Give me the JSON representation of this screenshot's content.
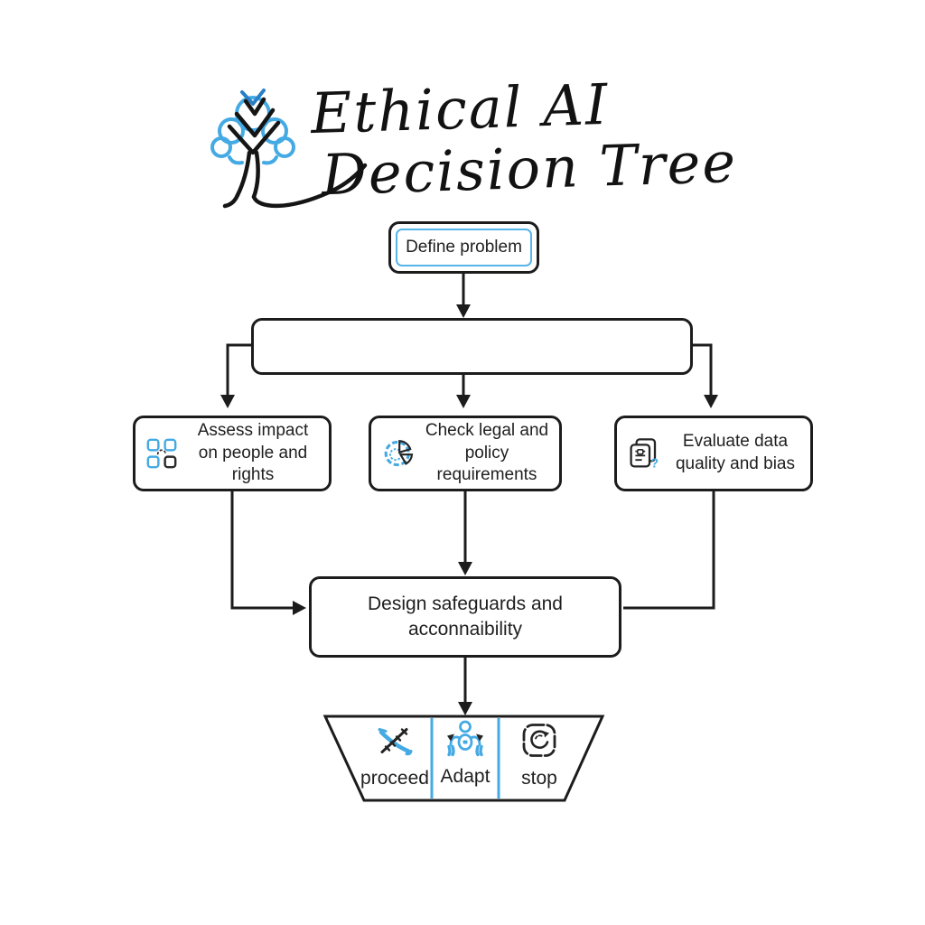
{
  "header": {
    "title_line1": "Ethical AI",
    "title_line2": "Decision Tree",
    "logo": "tree-logo"
  },
  "flowchart": {
    "start": {
      "label": "Define problem"
    },
    "branch_bar": {
      "label": ""
    },
    "branches": [
      {
        "icon": "modules-squares-icon",
        "label": "Assess impact on people and rights"
      },
      {
        "icon": "pie-segments-icon",
        "label": "Check legal and policy requirements"
      },
      {
        "icon": "documents-question-icon",
        "label": "Evaluate data quality and bias"
      }
    ],
    "merge": {
      "label": "Design safeguards and acconnaibility"
    },
    "outcomes": [
      {
        "icon": "crossed-tools-icon",
        "label": "proceed"
      },
      {
        "icon": "person-arrows-icon",
        "label": "Adapt"
      },
      {
        "icon": "loop-square-icon",
        "label": "stop"
      }
    ]
  },
  "colors": {
    "accent_blue": "#45aae4",
    "dark_blue": "#2a7fc4",
    "ink": "#1c1c1c"
  }
}
